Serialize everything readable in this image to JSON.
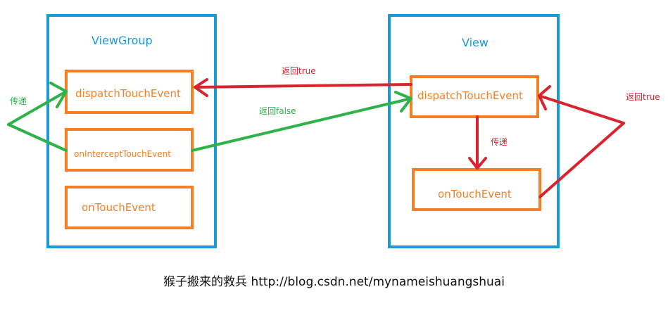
{
  "containers": {
    "viewgroup_title": "ViewGroup",
    "view_title": "View"
  },
  "events": {
    "vg_dispatch": "dispatchTouchEvent",
    "vg_intercept": "onInterceptTouchEvent",
    "vg_touch": "onTouchEvent",
    "v_dispatch": "dispatchTouchEvent",
    "v_touch": "onTouchEvent"
  },
  "labels": {
    "left_pass": "传递",
    "return_true_top": "返回true",
    "return_false": "返回false",
    "view_pass": "传递",
    "return_true_right": "返回true"
  },
  "footer": "猴子搬来的救兵 http://blog.csdn.net/mynameishuangshuai",
  "colors": {
    "container": "#1a9ad6",
    "event_box": "#f57f26",
    "arrow_red": "#d9232e",
    "arrow_green": "#2db34a"
  }
}
